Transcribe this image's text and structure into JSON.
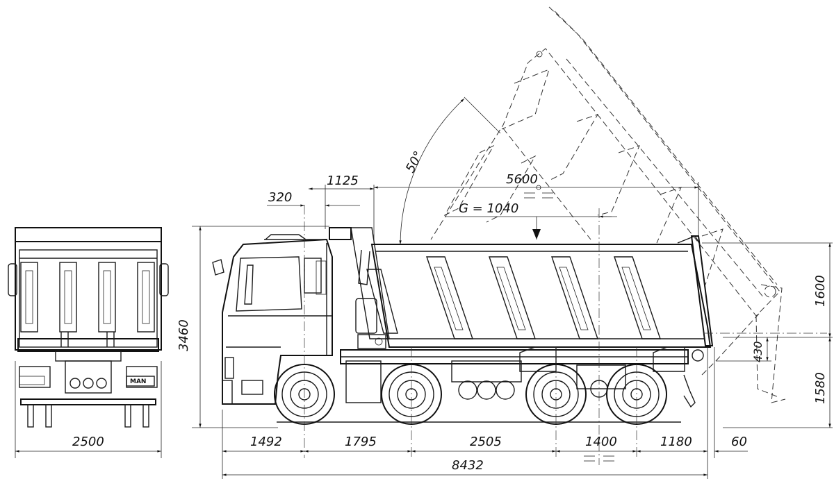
{
  "dimensions": {
    "rear_width": "2500",
    "overall_height": "3460",
    "front_overhang": "1492",
    "wheelbase_1": "1795",
    "wheelbase_2": "2505",
    "wheelbase_3": "1400",
    "rear_overhang": "1180",
    "tail_extension": "60",
    "overall_length": "8432",
    "cab_to_body": "320",
    "body_offset": "1125",
    "body_length": "5600",
    "cog_offset": "G = 1040",
    "tipping_angle": "50°",
    "side_height": "1600",
    "tailgate_gap": "430",
    "frame_height": "1580"
  },
  "logo_text": "MAN"
}
